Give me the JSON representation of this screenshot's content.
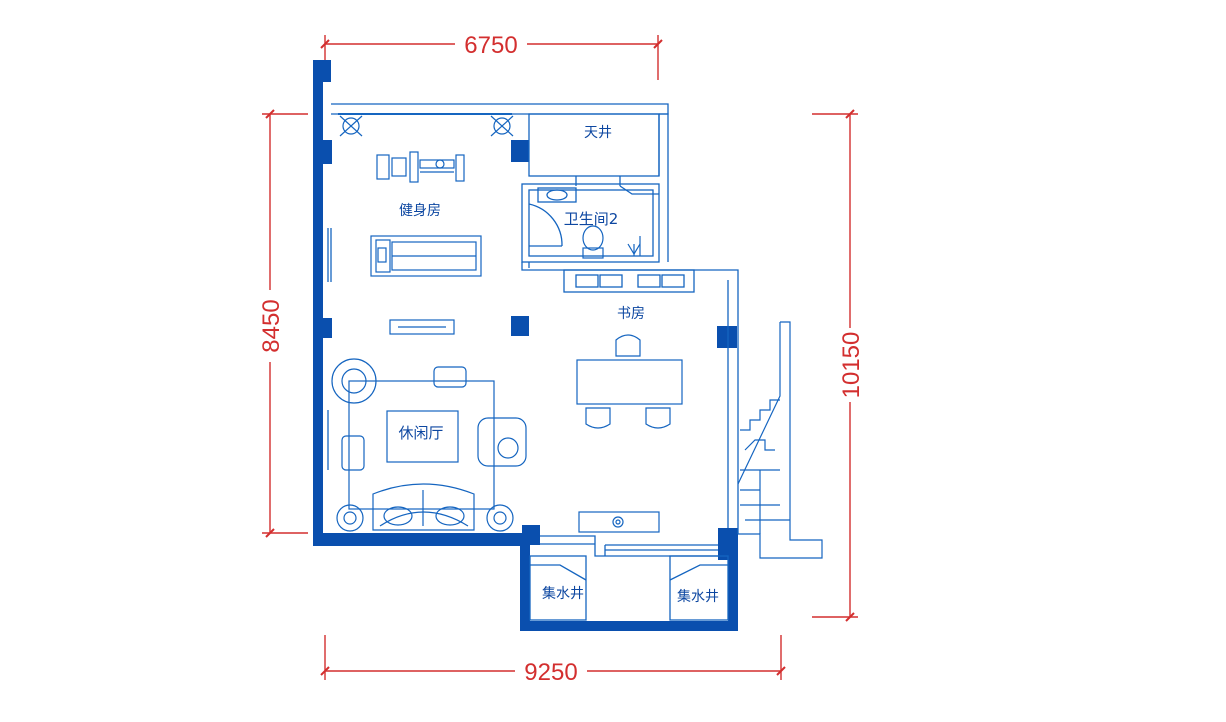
{
  "colors": {
    "wall": "#0a4fae",
    "line": "#1565c0",
    "dimension": "#d32f2f",
    "background": "#ffffff"
  },
  "dimensions": {
    "top_width": "6750",
    "bottom_width": "9250",
    "left_height": "8450",
    "right_height": "10150"
  },
  "rooms": {
    "skylight": "天井",
    "gym": "健身房",
    "bathroom": "卫生间2",
    "study": "书房",
    "lounge": "休闲厅",
    "sump_left": "集水井",
    "sump_right": "集水井"
  },
  "icons": {
    "ceiling_light": "ceiling-light-icon",
    "treadmill": "treadmill-icon",
    "weight_machine": "weight-machine-icon",
    "toilet": "toilet-icon",
    "sofa": "sofa-icon",
    "armchair": "armchair-icon",
    "dining_chair": "chair-icon",
    "floor_lamp": "floor-lamp-icon",
    "staircase": "staircase-icon"
  }
}
